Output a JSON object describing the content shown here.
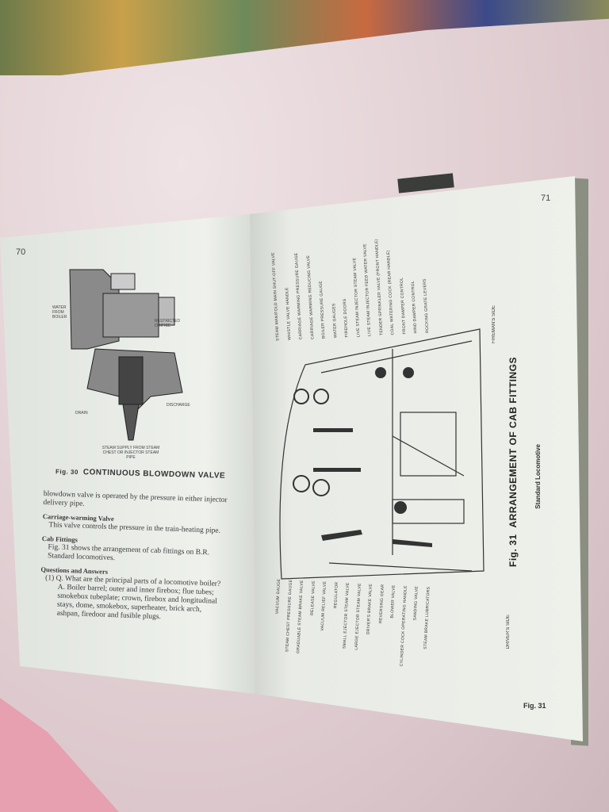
{
  "left_page": {
    "page_number": "70",
    "figure": {
      "number": "Fig. 30",
      "title": "CONTINUOUS BLOWDOWN VALVE",
      "labels": {
        "water": "WATER FROM BOILER",
        "orifice": "RESTRICTED ORIFICE",
        "drain": "DRAIN",
        "discharge": "DISCHARGE",
        "steam": "STEAM SUPPLY FROM STEAM CHEST OR INJECTOR STEAM PIPE"
      }
    },
    "para1": "blowdown valve is operated by the pressure in either injector delivery pipe.",
    "h_carriage": "Carriage-warming Valve",
    "para2": "This valve controls the pressure in the train-heating pipe.",
    "h_cab": "Cab Fittings",
    "para3": "Fig. 31 shows the arrangement of cab fittings on B.R. Standard locomotives.",
    "h_qa": "Questions and Answers",
    "q1": "(1) Q. What are the principal parts of a locomotive boiler?",
    "a1": "A. Boiler barrel; outer and inner firebox; flue tubes; smokebox tubeplate; crown, firebox and longitudinal stays, dome, smokebox, superheater, brick arch, ashpan, firedoor and fusible plugs."
  },
  "right_page": {
    "page_number": "71",
    "title_fig": "Fig. 31",
    "title": "ARRANGEMENT OF CAB FITTINGS",
    "subtitle": "Standard Locomotive",
    "footer_fig": "Fig. 31",
    "firemans_side": "FIREMAN'S SIDE",
    "drivers_side": "DRIVER'S SIDE",
    "top_labels": [
      "Steam manifold main shut-off valve",
      "Whistle valve handle",
      "Carriage warming pressure gauge",
      "Carriage warming reducing valve",
      "Boiler pressure gauge",
      "Water gauges",
      "Firehole doors",
      "Live steam injector steam valve",
      "Live steam injector feed water valve",
      "Tender sprinkler valve (front handle)",
      "Coal watering cock (rear handle)",
      "Front damper control",
      "Hind damper control",
      "Rocking grate levers"
    ],
    "bottom_labels": [
      "Vacuum gauge",
      "Steam chest pressure gauge",
      "Graduable steam brake valve",
      "Release valve",
      "Vacuum relief valve",
      "Regulator",
      "Small ejector steam valve",
      "Large ejector steam valve",
      "Driver's brake valve",
      "Reversing gear",
      "Blower valve",
      "Cylinder cock operating handle",
      "Sanding valve",
      "Steam brake lubricators"
    ]
  }
}
